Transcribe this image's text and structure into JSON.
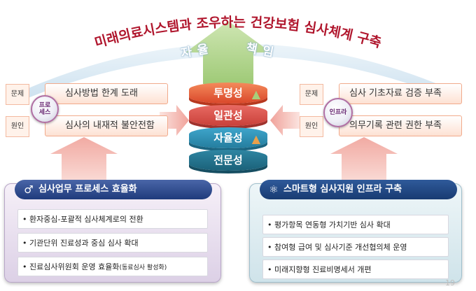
{
  "title": "미래의료시스템과 조우하는 건강보험 심사체계 구축",
  "arch_words": {
    "left": "자율",
    "right": "책임"
  },
  "left_block": {
    "circle_label": "프로\n세스",
    "rows": [
      {
        "tag": "문제",
        "text": "심사방법 한계 도래"
      },
      {
        "tag": "원인",
        "text": "심사의 내재적 불안전함"
      }
    ]
  },
  "right_block": {
    "circle_label": "인프라",
    "rows": [
      {
        "tag": "문제",
        "text": "심사 기초자료 검증 부족"
      },
      {
        "tag": "원인",
        "text": "의무기록 관련 권한 부족"
      }
    ]
  },
  "stack": [
    "투명성",
    "일관성",
    "자율성",
    "전문성"
  ],
  "panels": {
    "left": {
      "icon": "gender-male-icon",
      "title": "심사업무 프로세스 효율화",
      "items": [
        {
          "text": "환자중심-포괄적 심사체계로의 전환",
          "note": ""
        },
        {
          "text": "기관단위 진료성과 중심 심사 확대",
          "note": ""
        },
        {
          "text": "진료심사위원회 운영 효율화",
          "note": "(동료심사 활성화)"
        }
      ]
    },
    "right": {
      "icon": "atom-icon",
      "title": "스마트형 심사지원 인프라 구축",
      "items": [
        {
          "text": "평가항목 연동형 가치기반 심사 확대"
        },
        {
          "text": "참여형 급여 및 심사기준 개선협의체 운영"
        },
        {
          "text": "미래지향형 진료비명세서 개편"
        }
      ]
    }
  },
  "page_number": "19",
  "colors": {
    "title": "#b0162d",
    "arch": "#d6e8f3",
    "up_arrow": "#a7cf7a",
    "side_arrow": "#f3a7a0",
    "layer_top": "#e85d2f",
    "layer_2": "#d9554a",
    "layer_3": "#2a8fb4",
    "layer_4": "#1e6f8a"
  }
}
